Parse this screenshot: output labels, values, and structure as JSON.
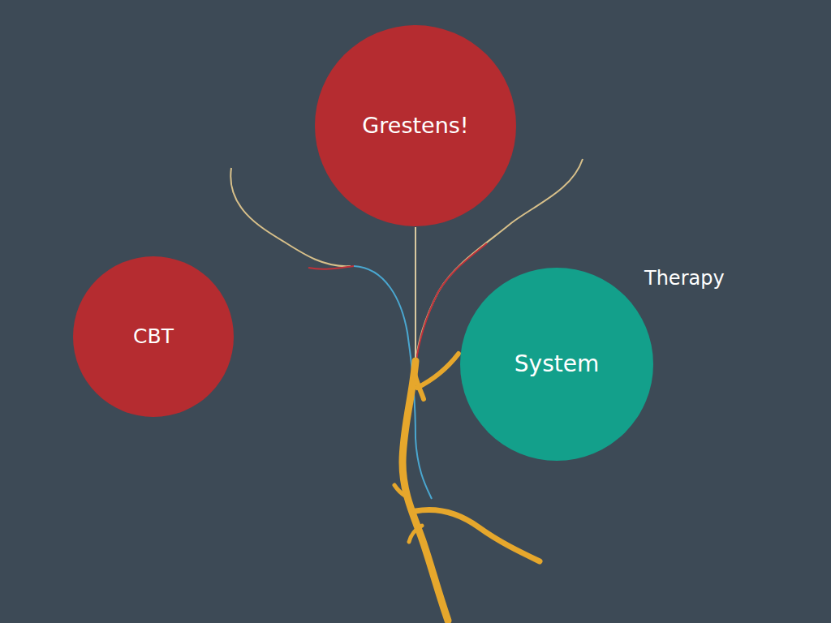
{
  "diagram": {
    "nodes": [
      {
        "text": [
          "Grestens!"
        ]
      },
      {
        "text": [
          "CBT"
        ]
      },
      {
        "text": [
          "System"
        ]
      }
    ],
    "labels": [
      "Therapy"
    ]
  }
}
